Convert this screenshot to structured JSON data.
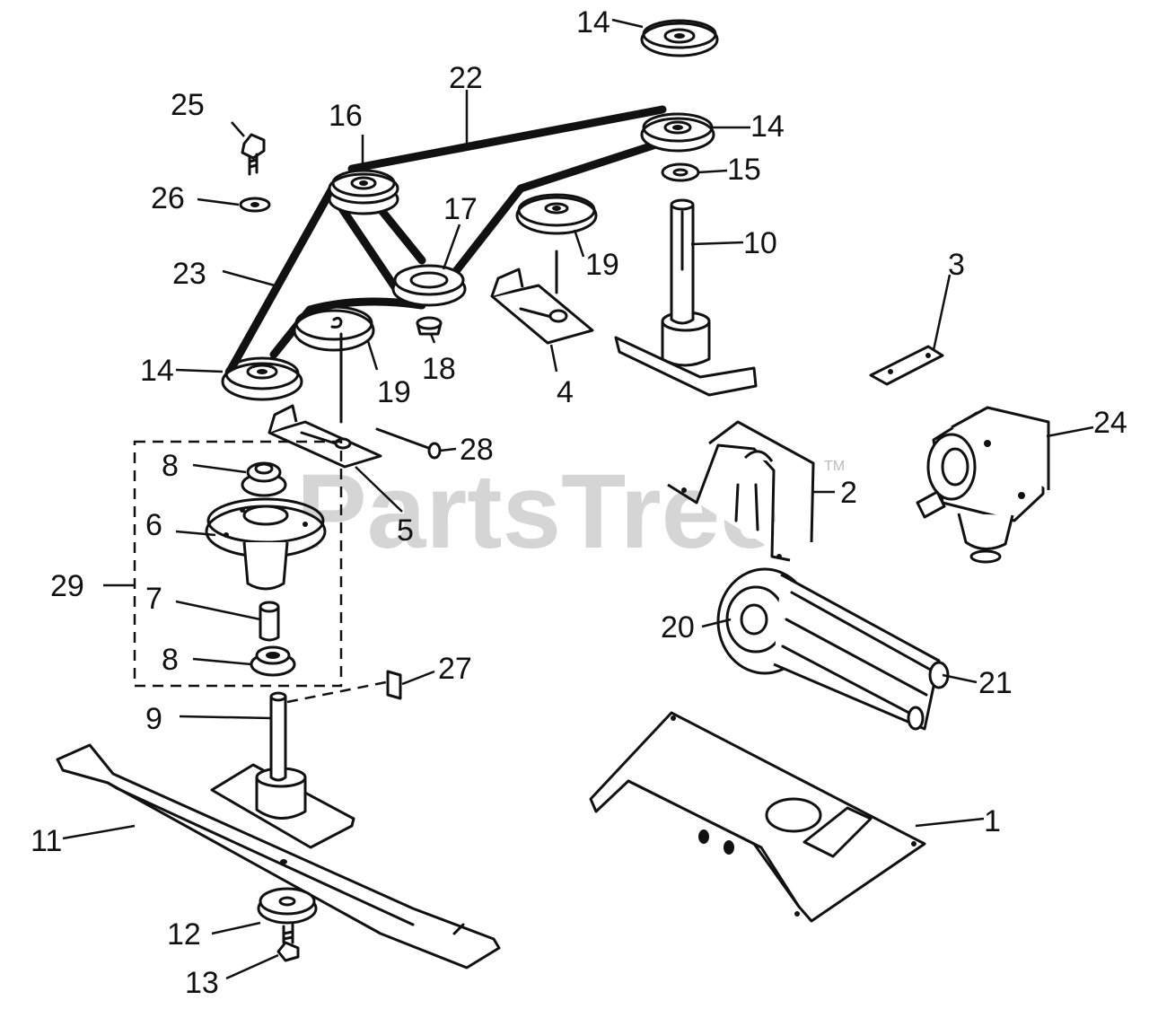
{
  "watermark": {
    "text": "PartsTree",
    "mark": "TM"
  },
  "labels": {
    "l1": "1",
    "l2": "2",
    "l3": "3",
    "l4": "4",
    "l5": "5",
    "l6": "6",
    "l7": "7",
    "l8a": "8",
    "l8b": "8",
    "l9": "9",
    "l10": "10",
    "l11": "11",
    "l12": "12",
    "l13": "13",
    "l14a": "14",
    "l14b": "14",
    "l14c": "14",
    "l15": "15",
    "l16": "16",
    "l17": "17",
    "l18": "18",
    "l19a": "19",
    "l19b": "19",
    "l20": "20",
    "l21": "21",
    "l22": "22",
    "l23": "23",
    "l24": "24",
    "l25": "25",
    "l26": "26",
    "l27": "27",
    "l28": "28",
    "l29": "29"
  }
}
